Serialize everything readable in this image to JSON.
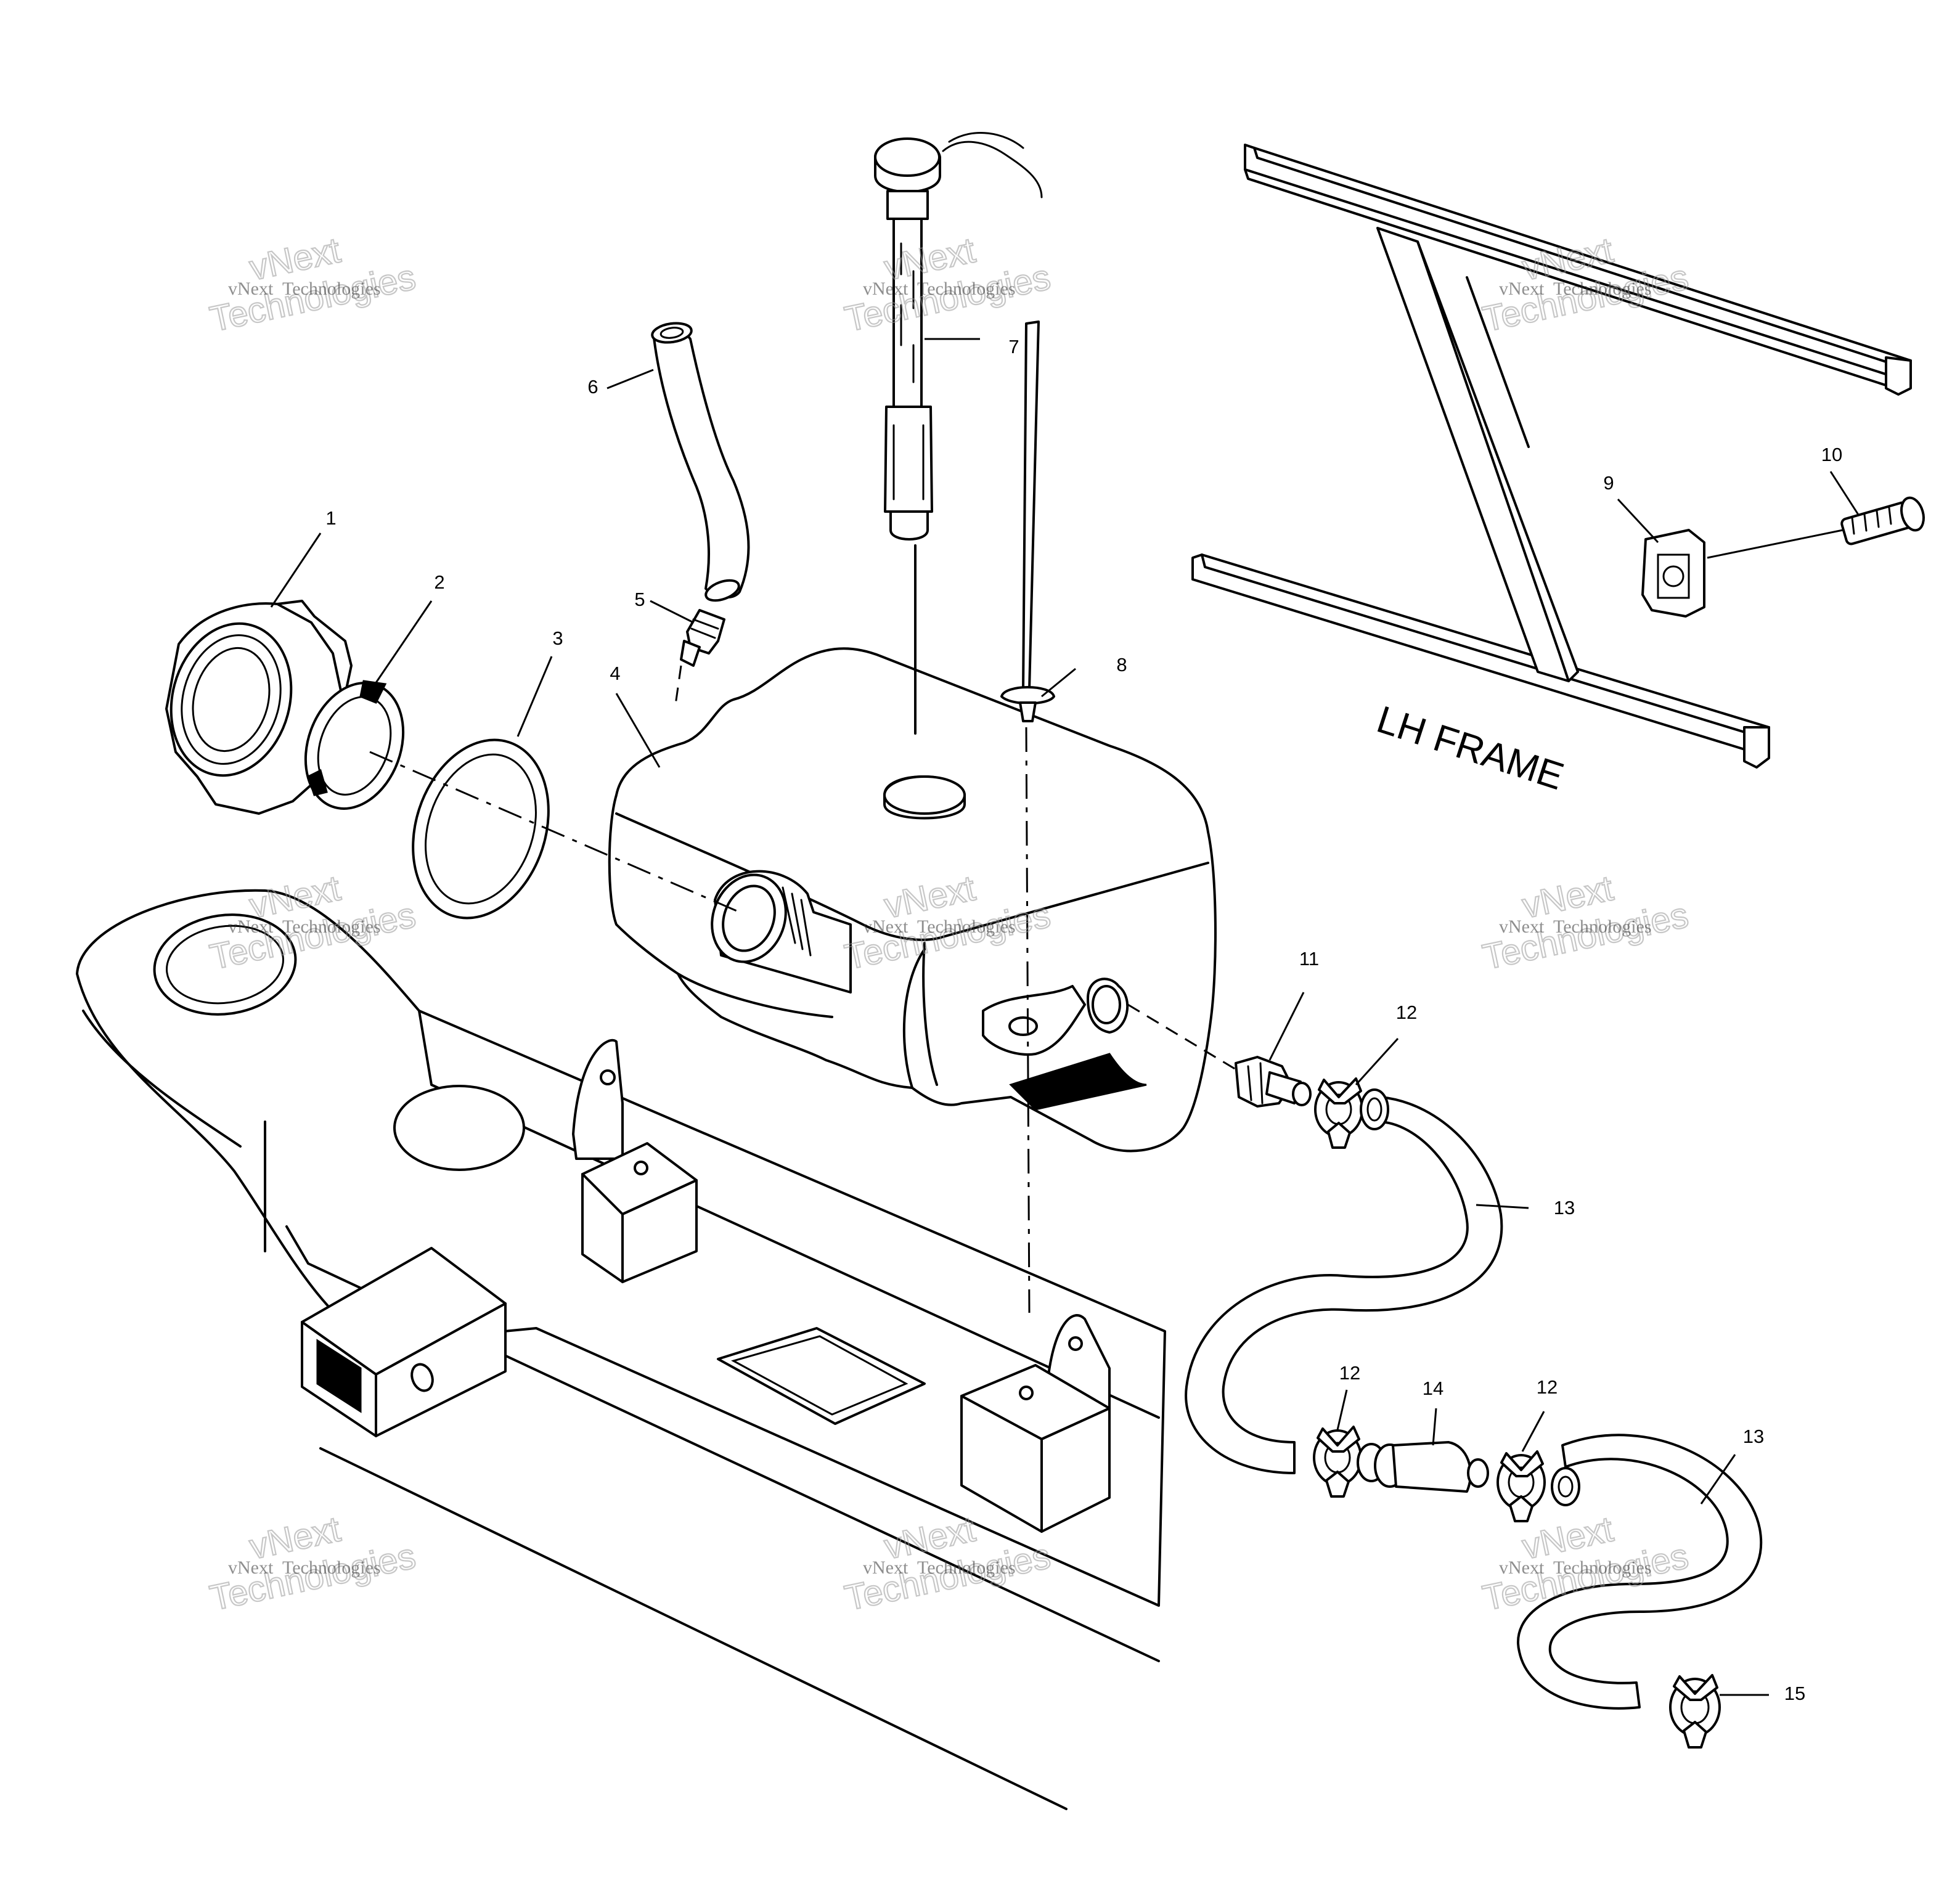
{
  "frame_label": "LH FRAME",
  "watermark": {
    "line1": "vNext",
    "line2": "Technologies"
  },
  "callouts": [
    {
      "id": "c1",
      "text": "1"
    },
    {
      "id": "c2",
      "text": "2"
    },
    {
      "id": "c3",
      "text": "3"
    },
    {
      "id": "c4",
      "text": "4"
    },
    {
      "id": "c5",
      "text": "5"
    },
    {
      "id": "c6",
      "text": "6"
    },
    {
      "id": "c7",
      "text": "7"
    },
    {
      "id": "c8",
      "text": "8"
    },
    {
      "id": "c9",
      "text": "9"
    },
    {
      "id": "c10",
      "text": "10"
    },
    {
      "id": "c11",
      "text": "11"
    },
    {
      "id": "c12a",
      "text": "12"
    },
    {
      "id": "c12b",
      "text": "12"
    },
    {
      "id": "c12c",
      "text": "12"
    },
    {
      "id": "c13a",
      "text": "13"
    },
    {
      "id": "c13b",
      "text": "13"
    },
    {
      "id": "c14",
      "text": "14"
    },
    {
      "id": "c15",
      "text": "15"
    }
  ]
}
